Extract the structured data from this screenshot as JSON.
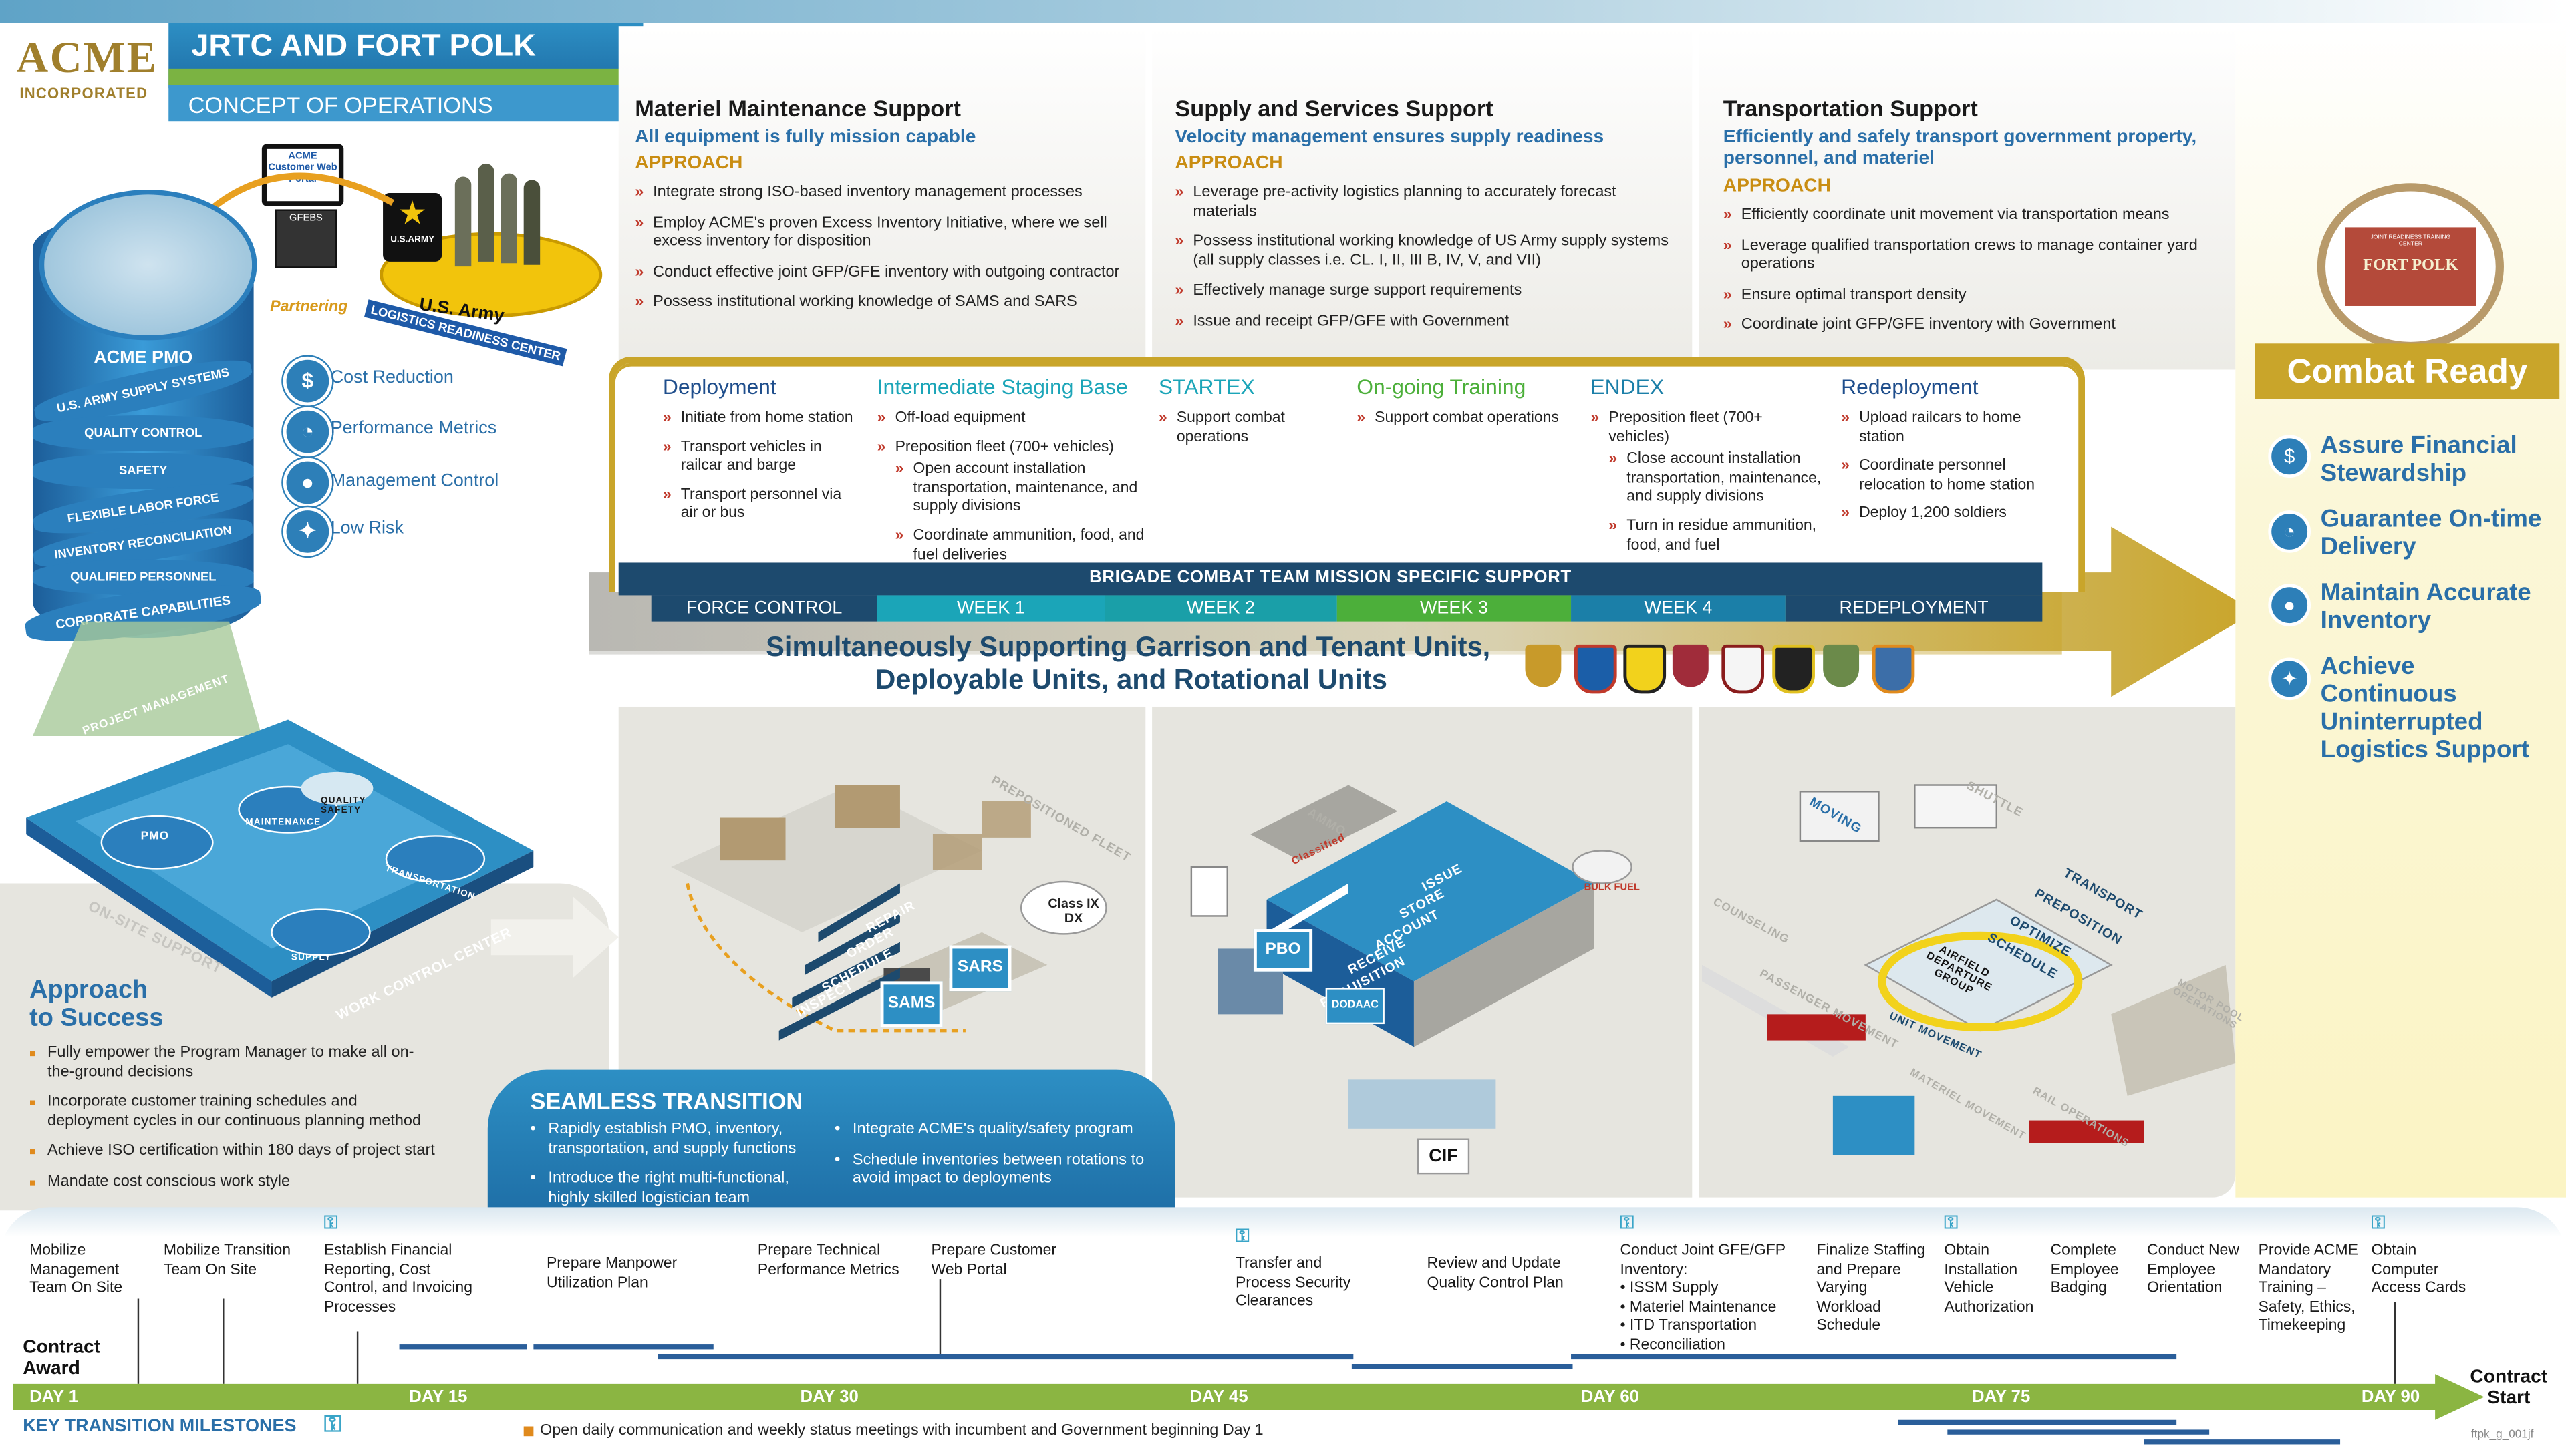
{
  "header": {
    "logo_main": "ACME",
    "logo_sub": "INCORPORATED",
    "title": "JRTC AND FORT POLK",
    "subtitle": "CONCEPT OF OPERATIONS"
  },
  "left_graphic": {
    "portal_label": "ACME Customer Web Portal",
    "server_label": "GFEBS",
    "partnering_label": "Partnering",
    "army_label": "U.S. Army",
    "army_logo": "U.S.ARMY",
    "lrc_label": "LOGISTICS READINESS CENTER",
    "pmo_label": "ACME PMO",
    "cylinder_bands": [
      "U.S. ARMY SUPPLY SYSTEMS",
      "QUALITY CONTROL",
      "SAFETY",
      "FLEXIBLE LABOR FORCE",
      "INVENTORY RECONCILIATION",
      "QUALIFIED PERSONNEL",
      "CORPORATE CAPABILITIES"
    ],
    "benefits": [
      {
        "label": "Cost Reduction",
        "icon": "dollar-icon"
      },
      {
        "label": "Performance Metrics",
        "icon": "gauge-icon"
      },
      {
        "label": "Management Control",
        "icon": "people-icon"
      },
      {
        "label": "Low Risk",
        "icon": "handshake-icon"
      }
    ],
    "platform_labels": [
      "PROJECT MANAGEMENT",
      "PMO",
      "MAINTENANCE",
      "QUALITY SAFETY",
      "TRANSPORTATION",
      "SUPPLY",
      "WORK CONTROL CENTER",
      "ON-SITE SUPPORT"
    ]
  },
  "columns": [
    {
      "title": "Materiel Maintenance Support",
      "subtitle": "All equipment is fully mission capable",
      "approach": "APPROACH",
      "items": [
        "Integrate strong ISO-based inventory management processes",
        "Employ ACME's proven Excess Inventory Initiative, where we sell excess inventory for disposition",
        "Conduct effective joint GFP/GFE inventory with outgoing contractor",
        "Possess institutional working knowledge of SAMS and SARS"
      ]
    },
    {
      "title": "Supply and Services Support",
      "subtitle": "Velocity management ensures supply readiness",
      "approach": "APPROACH",
      "items": [
        "Leverage pre-activity logistics planning to accurately forecast materials",
        "Possess institutional working knowledge of US Army supply systems (all supply classes i.e. CL. I, II, III B, IV, V, and VII)",
        "Effectively manage surge support requirements",
        "Issue and receipt GFP/GFE with Government"
      ]
    },
    {
      "title": "Transportation Support",
      "subtitle": "Efficiently and safely transport government property, personnel, and materiel",
      "approach": "APPROACH",
      "items": [
        "Efficiently coordinate unit movement via transportation means",
        "Leverage qualified transportation crews to manage container yard operations",
        "Ensure optimal transport density",
        "Coordinate joint GFP/GFE inventory with Government"
      ]
    }
  ],
  "phases": [
    {
      "title": "Deployment",
      "color": "#1f4e8c",
      "items": [
        "Initiate from home station",
        "Transport vehicles in railcar and barge",
        "Transport personnel via air or bus"
      ],
      "subitems": []
    },
    {
      "title": "Intermediate Staging Base",
      "color": "#1ba5b8",
      "items": [
        "Off-load equipment",
        "Preposition fleet (700+ vehicles)"
      ],
      "subitems": [
        "Open account installation transportation, maintenance, and supply divisions",
        "Coordinate ammunition, food, and fuel deliveries"
      ]
    },
    {
      "title": "STARTEX",
      "color": "#1ba5b8",
      "items": [
        "Support combat operations"
      ],
      "subitems": []
    },
    {
      "title": "On-going Training",
      "color": "#4caf3a",
      "items": [
        "Support combat operations"
      ],
      "subitems": []
    },
    {
      "title": "ENDEX",
      "color": "#1b7fa8",
      "items": [
        "Preposition fleet (700+ vehicles)"
      ],
      "subitems": [
        "Close account installation transportation, maintenance, and supply divisions",
        "Turn in residue ammunition, food, and fuel"
      ]
    },
    {
      "title": "Redeployment",
      "color": "#1f4e8c",
      "items": [
        "Upload railcars to home station",
        "Coordinate personnel relocation to home station",
        "Deploy 1,200 soldiers"
      ],
      "subitems": []
    }
  ],
  "mission_bar": {
    "title": "BRIGADE COMBAT TEAM MISSION SPECIFIC SUPPORT",
    "weeks": [
      {
        "label": "FORCE CONTROL",
        "color": "#1d4a6e"
      },
      {
        "label": "WEEK 1",
        "color": "#1ba5b8"
      },
      {
        "label": "WEEK 2",
        "color": "#1a9fa8"
      },
      {
        "label": "WEEK 3",
        "color": "#4caf3a"
      },
      {
        "label": "WEEK 4",
        "color": "#1b7fa8"
      },
      {
        "label": "REDEPLOYMENT",
        "color": "#1d4a6e"
      }
    ]
  },
  "arrow_text": {
    "line1": "Simultaneously Supporting Garrison and Tenant Units,",
    "line2": "Deployable Units, and Rotational Units"
  },
  "combat_ready": {
    "sign_top": "JOINT READINESS TRAINING CENTER",
    "sign_main": "FORT POLK",
    "title": "Combat Ready",
    "items": [
      {
        "label": "Assure Financial Stewardship",
        "icon": "dollar-icon"
      },
      {
        "label": "Guarantee On-time Delivery",
        "icon": "gauge-icon"
      },
      {
        "label": "Maintain Accurate Inventory",
        "icon": "people-icon"
      },
      {
        "label": "Achieve Continuous Uninterrupted Logistics Support",
        "icon": "handshake-icon"
      }
    ]
  },
  "scene_labels": {
    "maint": [
      "PREPOSITIONED FLEET",
      "REPAIR",
      "ORDER",
      "SCHEDULE",
      "INSPECT",
      "SAMS",
      "SARS",
      "Class IX DX"
    ],
    "supply": [
      "AMMO",
      "Classified",
      "ISSUE",
      "STORE",
      "ACCOUNT",
      "RECEIVE",
      "REQUISITION",
      "PBO",
      "DODAAC",
      "BULK FUEL",
      "CIF"
    ],
    "transport": [
      "MOVING",
      "SHUTTLE",
      "COUNSELING",
      "TRANSPORT",
      "PREPOSITION",
      "OPTIMIZE",
      "SCHEDULE",
      "AIRFIELD DEPARTURE GROUP",
      "UNIT MOVEMENT",
      "PASSENGER MOVEMENT",
      "MATERIEL MOVEMENT",
      "RAIL OPERATIONS",
      "MOTOR POOL OPERATIONS"
    ]
  },
  "approach_success": {
    "title_line1": "Approach",
    "title_line2": "to Success",
    "items": [
      "Fully empower the Program Manager to make all on-the-ground decisions",
      "Incorporate customer training schedules and deployment cycles in our continuous planning method",
      "Achieve ISO certification within 180 days of project start",
      "Mandate cost conscious work style"
    ]
  },
  "seamless": {
    "title": "SEAMLESS TRANSITION",
    "col1": [
      "Rapidly establish PMO, inventory, transportation, and supply functions",
      "Introduce the right multi-functional, highly skilled logistician team"
    ],
    "col2": [
      "Integrate ACME's quality/safety program",
      "Schedule inventories between rotations to avoid impact to deployments"
    ]
  },
  "timeline": {
    "contract_award": "Contract Award",
    "contract_start": "Contract Start",
    "days": [
      "DAY 1",
      "DAY 15",
      "DAY 30",
      "DAY 45",
      "DAY 60",
      "DAY 75",
      "DAY 90"
    ],
    "milestones": [
      "Mobilize Management Team On Site",
      "Mobilize Transition Team On Site",
      "Establish Financial Reporting, Cost Control, and Invoicing Processes",
      "Prepare Manpower Utilization Plan",
      "Prepare Technical Performance Metrics",
      "Prepare Customer Web Portal",
      "Transfer and Process Security Clearances",
      "Review and Update Quality Control Plan",
      "Conduct Joint GFE/GFP Inventory:",
      "Finalize Staffing and Prepare Varying Workload Schedule",
      "Obtain Installation Vehicle Authorization",
      "Complete Employee Badging",
      "Conduct New Employee Orientation",
      "Provide ACME Mandatory Training – Safety, Ethics, Timekeeping",
      "Obtain Computer Access Cards"
    ],
    "inventory_items": [
      "ISSM Supply",
      "Materiel Maintenance",
      "ITD Transportation",
      "Reconciliation"
    ],
    "key_label": "KEY TRANSITION MILESTONES",
    "footnote": "Open daily communication and weekly status meetings with incumbent and Government beginning Day 1",
    "code": "ftpk_g_001jf"
  },
  "colors": {
    "accent_blue": "#2a6fa8",
    "gold": "#c9a52a",
    "green": "#7bb342",
    "dark_blue": "#1d4a6e"
  }
}
